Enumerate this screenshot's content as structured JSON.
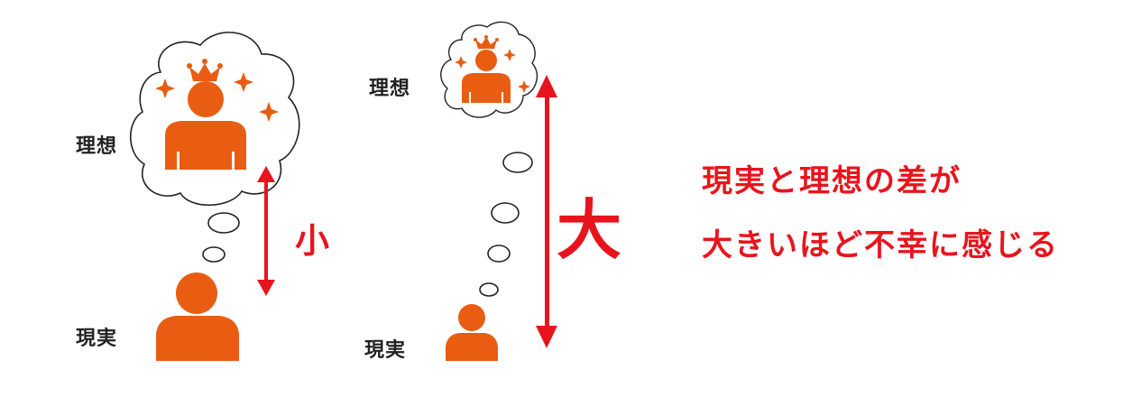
{
  "left": {
    "ideal_label": "理想",
    "reality_label": "現実",
    "gap_label": "小"
  },
  "right": {
    "ideal_label": "理想",
    "reality_label": "現実",
    "gap_label": "大"
  },
  "message": {
    "line1": "現実と理想の差が",
    "line2": "大きいほど不幸に感じる"
  },
  "colors": {
    "figure": "#e85d12",
    "accent_red": "#e8141d",
    "outline": "#222222"
  },
  "icons": [
    "crown-icon",
    "sparkle-icon",
    "person-icon",
    "double-arrow-icon",
    "thought-bubble-icon"
  ]
}
